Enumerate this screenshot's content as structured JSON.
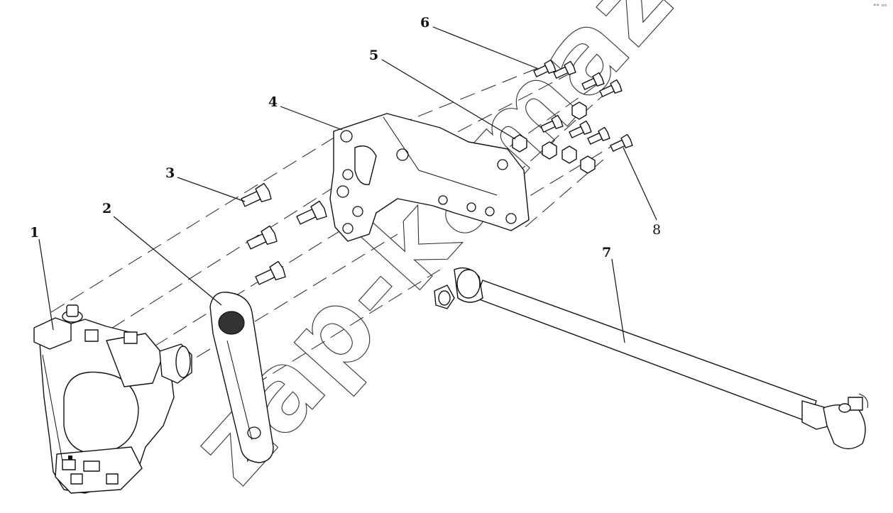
{
  "callouts": [
    {
      "id": "1",
      "text": "1"
    },
    {
      "id": "2",
      "text": "2"
    },
    {
      "id": "3",
      "text": "3"
    },
    {
      "id": "4",
      "text": "4"
    },
    {
      "id": "5",
      "text": "5"
    },
    {
      "id": "6",
      "text": "6"
    },
    {
      "id": "7",
      "text": "7"
    },
    {
      "id": "8",
      "text": "8"
    }
  ],
  "watermark": "zap-kamaz.ru",
  "corner_mark": "°° ᵒᵒ"
}
